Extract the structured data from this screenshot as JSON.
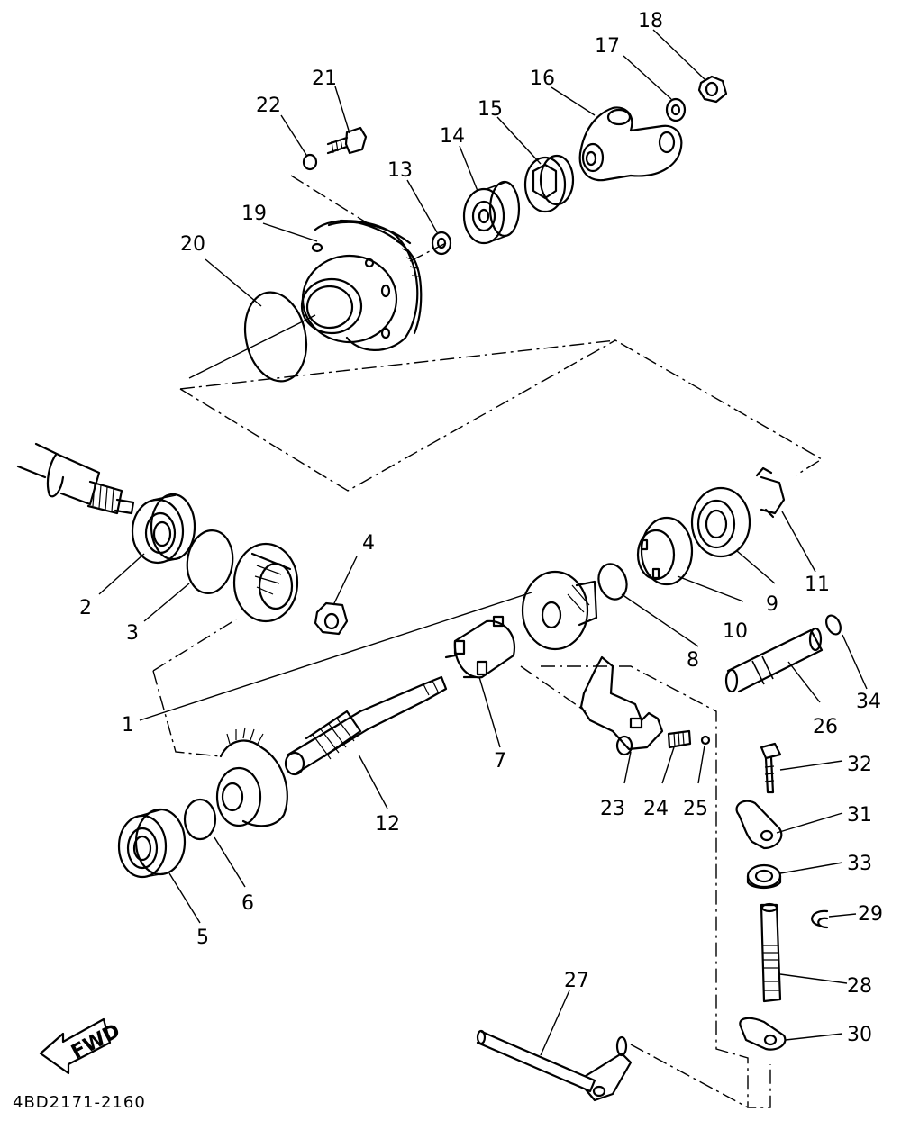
{
  "diagram": {
    "part_code": "4BD2171-2160",
    "direction_badge": "FWD",
    "callouts": [
      {
        "id": "1",
        "text": "1"
      },
      {
        "id": "2",
        "text": "2"
      },
      {
        "id": "3",
        "text": "3"
      },
      {
        "id": "4",
        "text": "4"
      },
      {
        "id": "5",
        "text": "5"
      },
      {
        "id": "6",
        "text": "6"
      },
      {
        "id": "7",
        "text": "7"
      },
      {
        "id": "8",
        "text": "8"
      },
      {
        "id": "9",
        "text": "9"
      },
      {
        "id": "10",
        "text": "10"
      },
      {
        "id": "11",
        "text": "11"
      },
      {
        "id": "12",
        "text": "12"
      },
      {
        "id": "13",
        "text": "13"
      },
      {
        "id": "14",
        "text": "14"
      },
      {
        "id": "15",
        "text": "15"
      },
      {
        "id": "16",
        "text": "16"
      },
      {
        "id": "17",
        "text": "17"
      },
      {
        "id": "18",
        "text": "18"
      },
      {
        "id": "19",
        "text": "19"
      },
      {
        "id": "20",
        "text": "20"
      },
      {
        "id": "21",
        "text": "21"
      },
      {
        "id": "22",
        "text": "22"
      },
      {
        "id": "23",
        "text": "23"
      },
      {
        "id": "24",
        "text": "24"
      },
      {
        "id": "25",
        "text": "25"
      },
      {
        "id": "26",
        "text": "26"
      },
      {
        "id": "27",
        "text": "27"
      },
      {
        "id": "28",
        "text": "28"
      },
      {
        "id": "29",
        "text": "29"
      },
      {
        "id": "30",
        "text": "30"
      },
      {
        "id": "31",
        "text": "31"
      },
      {
        "id": "32",
        "text": "32"
      },
      {
        "id": "33",
        "text": "33"
      },
      {
        "id": "34",
        "text": "34"
      }
    ]
  }
}
